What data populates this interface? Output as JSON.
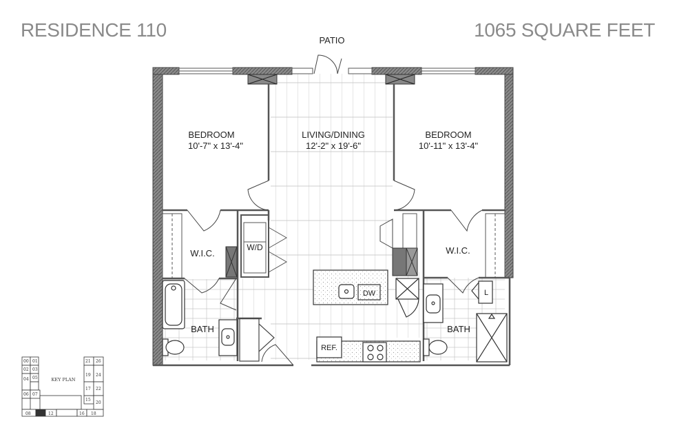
{
  "header": {
    "residence": "RESIDENCE 110",
    "square_feet": "1065 SQUARE FEET"
  },
  "plan": {
    "patio": "PATIO",
    "bedroom_left": {
      "name": "BEDROOM",
      "dims": "10'-7\" x 13'-4\""
    },
    "living": {
      "name": "LIVING/DINING",
      "dims": "12'-2\" x 19'-6\""
    },
    "bedroom_right": {
      "name": "BEDROOM",
      "dims": "10'-11\" x 13'-4\""
    },
    "wic_left": "W.I.C.",
    "wic_right": "W.I.C.",
    "washer_dryer": "W/D",
    "bath_left": "BATH",
    "bath_right": "BATH",
    "dishwasher": "DW",
    "refrigerator": "REF.",
    "linen": "L"
  },
  "key_plan": {
    "title": "KEY PLAN",
    "units": [
      "00",
      "01",
      "02",
      "03",
      "04",
      "05",
      "06",
      "07",
      "08",
      "12",
      "15",
      "16",
      "17",
      "18",
      "19",
      "20",
      "21",
      "22",
      "24",
      "26"
    ]
  },
  "colors": {
    "wall": "#6e6e6e",
    "header_text": "#8a8a8a",
    "floor_lines": "#b8b8b8",
    "highlight_unit": "#333333"
  }
}
